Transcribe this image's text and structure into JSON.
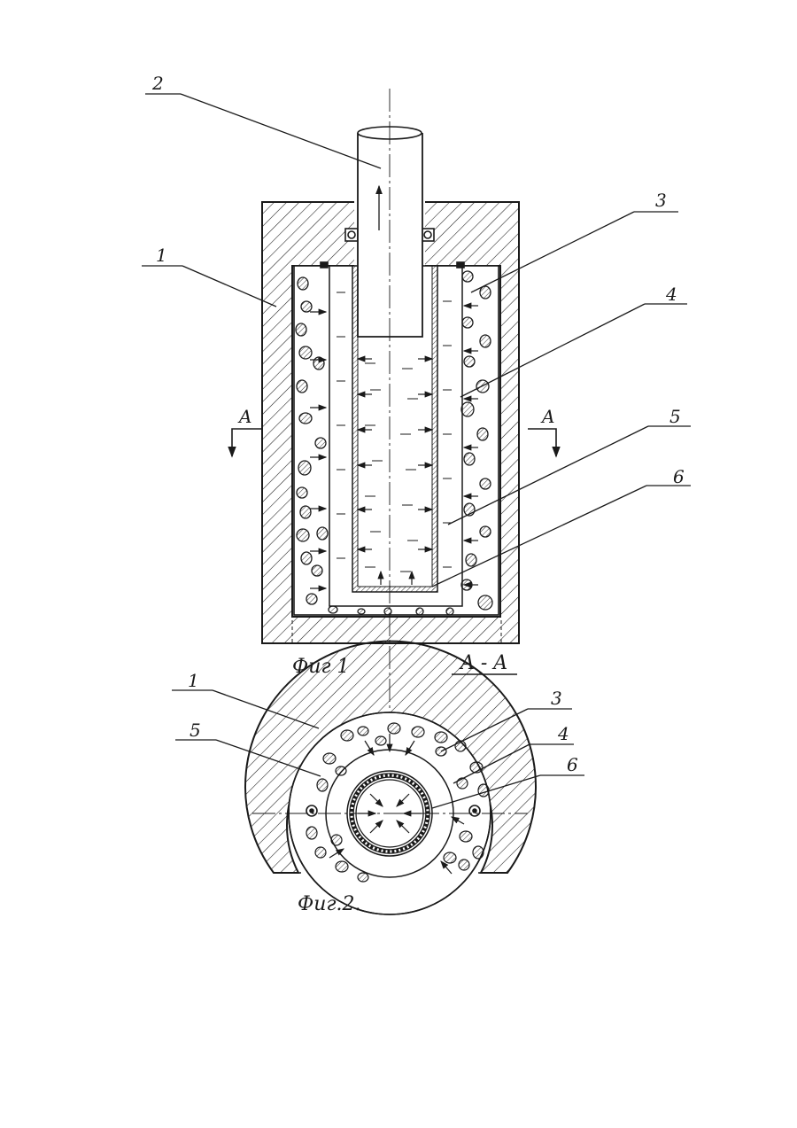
{
  "figure1": {
    "caption": "Фиг 1",
    "section_left": "A",
    "section_right": "A",
    "section_title": "A - A",
    "callouts": [
      "2",
      "3",
      "1",
      "4",
      "5",
      "6"
    ]
  },
  "figure2": {
    "caption": "Фиг.2.",
    "callouts": [
      "1",
      "3",
      "5",
      "4",
      "6"
    ]
  },
  "colors": {
    "ink": "#1a1a1a",
    "paper": "#ffffff"
  }
}
